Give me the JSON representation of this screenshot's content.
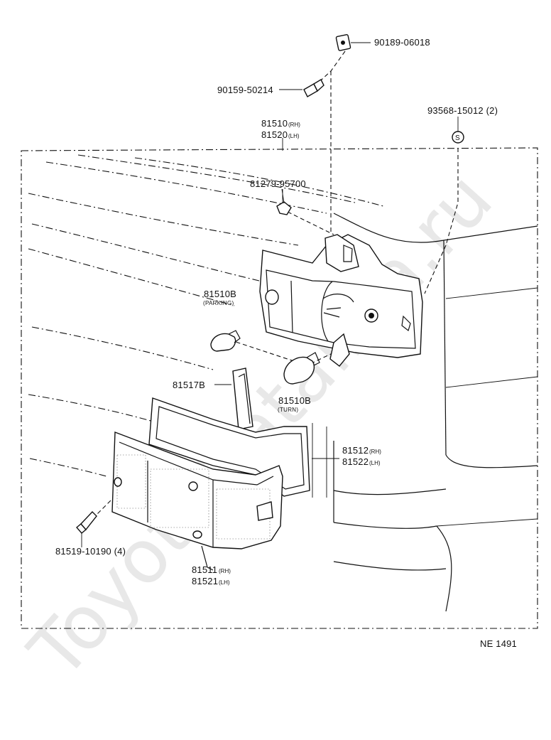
{
  "watermark": "ToyotaCatalina.ru",
  "figure_code": "NE  1491",
  "callouts": [
    {
      "id": "nut",
      "part_no": "90189-06018"
    },
    {
      "id": "bolt",
      "part_no": "90159-50214"
    },
    {
      "id": "screw-set",
      "part_no": "93568-15012 (2)"
    },
    {
      "id": "lamp-assy",
      "part_no": "81510",
      "part_no_2": "81520",
      "side": "(RH)",
      "side_2": "(LH)"
    },
    {
      "id": "clip",
      "part_no": "81279-95700"
    },
    {
      "id": "bulb-parking",
      "part_no": "81510B",
      "note": "(PARKING)"
    },
    {
      "id": "socket",
      "part_no": "81517B"
    },
    {
      "id": "bulb-turn",
      "part_no": "81510B",
      "note": "(TURN)"
    },
    {
      "id": "gasket",
      "part_no": "81512",
      "part_no_2": "81522",
      "side": "(RH)",
      "side_2": "(LH)"
    },
    {
      "id": "lens-screw",
      "part_no": "81519-10190 (4)"
    },
    {
      "id": "lens",
      "part_no": "81511",
      "part_no_2": "81521",
      "side": "(RH)",
      "side_2": "(LH)"
    }
  ]
}
